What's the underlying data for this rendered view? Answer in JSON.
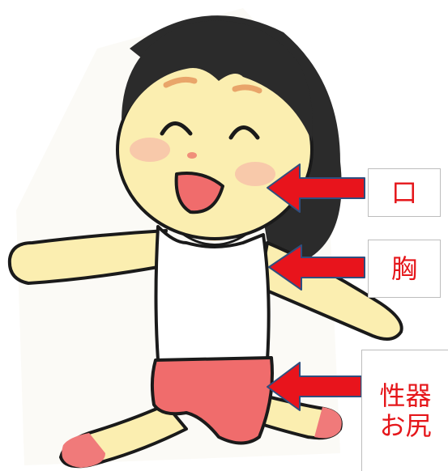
{
  "labels": {
    "mouth": "口",
    "chest": "胸",
    "genitals": "性器",
    "buttocks": "お尻"
  },
  "colors": {
    "label_text": "#e5161a",
    "arrow_fill": "#e8141c",
    "arrow_outline": "#2f4f7f",
    "skin": "#fbeeb0",
    "hair": "#2b2b2b",
    "shorts": "#f06c6c",
    "shirt": "#ffffff"
  },
  "icons": [
    "arrow-left-icon"
  ]
}
